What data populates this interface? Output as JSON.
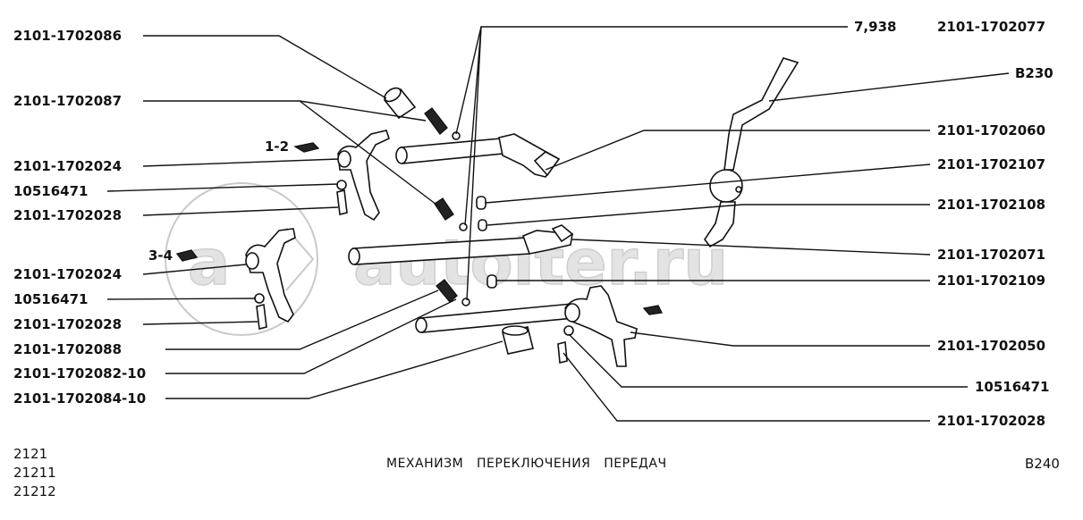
{
  "diagram": {
    "title": "МЕХАНИЗМ   ПЕРЕКЛЮЧЕНИЯ   ПЕРЕДАЧ",
    "page_code": "B240",
    "models": [
      "2121",
      "21211",
      "21212"
    ],
    "watermark": "autoiter.ru",
    "left_labels": [
      "2101-1702086",
      "2101-1702087",
      "2101-1702024",
      "10516471",
      "2101-1702028",
      "2101-1702024",
      "10516471",
      "2101-1702028",
      "2101-1702088",
      "2101-1702082-10",
      "2101-1702084-10"
    ],
    "right_labels": [
      "7,938",
      "2101-1702077",
      "B230",
      "2101-1702060",
      "2101-1702107",
      "2101-1702108",
      "2101-1702071",
      "2101-1702109",
      "2101-1702050",
      "10516471",
      "2101-1702028"
    ],
    "gear_marks": [
      "1-2",
      "3-4"
    ]
  }
}
